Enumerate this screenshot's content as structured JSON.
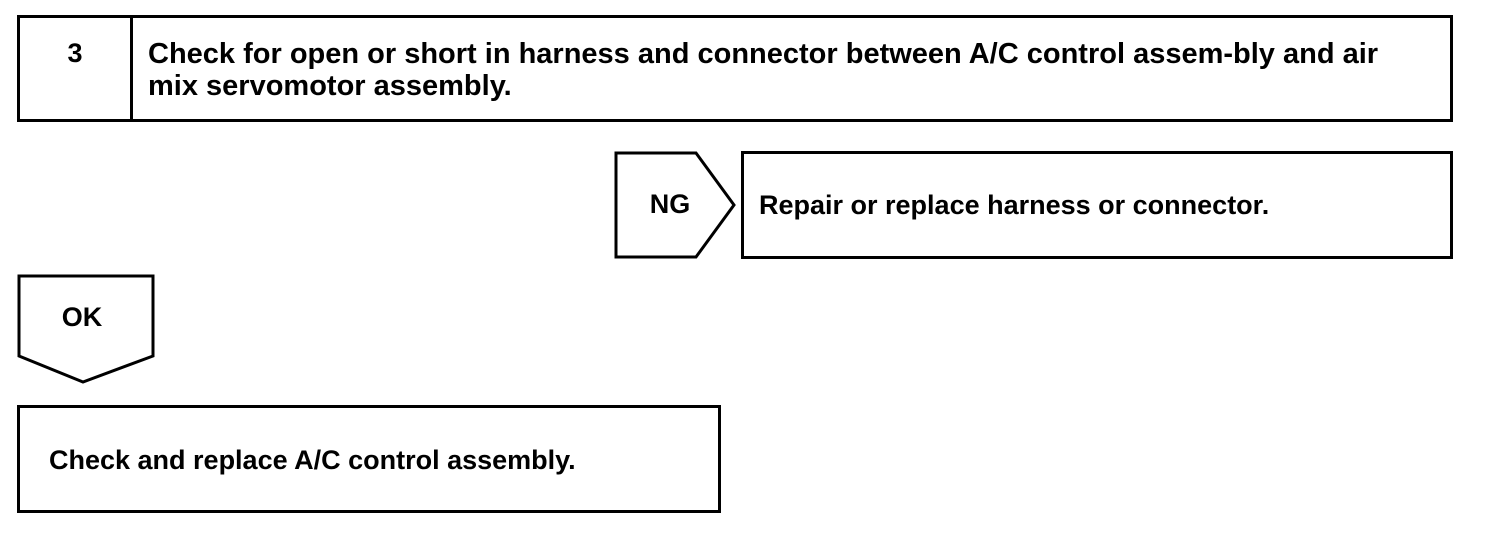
{
  "step": {
    "number": "3",
    "text": "Check for open or short in harness and connector between A/C control assem-bly and air mix servomotor assembly."
  },
  "ng_branch": {
    "label": "NG",
    "result": "Repair or replace harness or connector."
  },
  "ok_branch": {
    "label": "OK",
    "result": "Check and replace A/C control assembly."
  }
}
